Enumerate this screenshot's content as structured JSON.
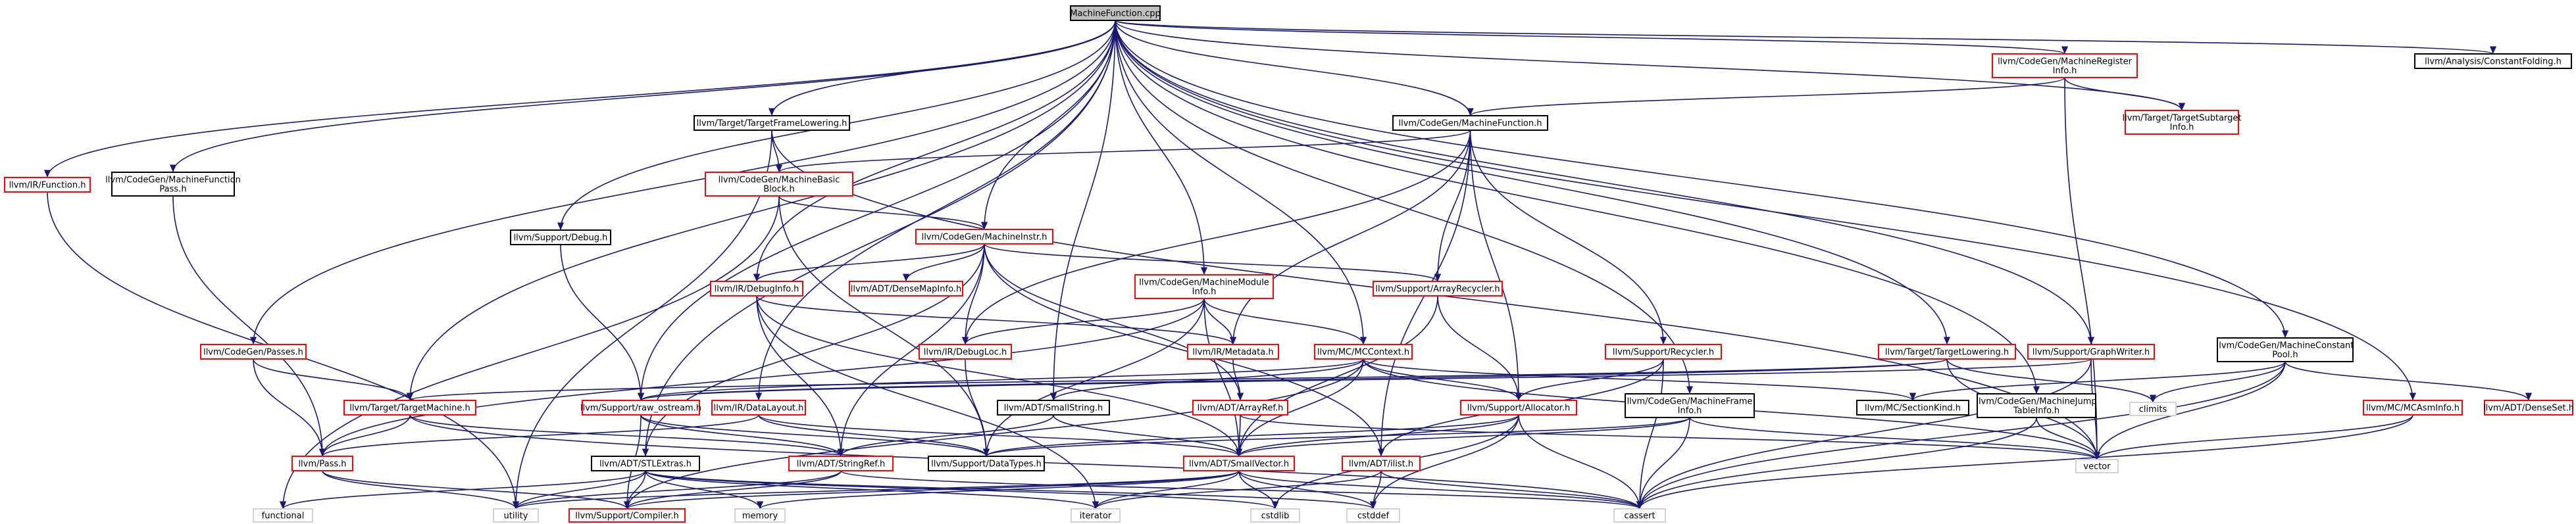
{
  "diagram": {
    "nodes": [
      {
        "id": "root",
        "label": [
          "MachineFunction.cpp"
        ],
        "style": "root"
      },
      {
        "id": "fn",
        "label": [
          "llvm/IR/Function.h"
        ],
        "style": "red"
      },
      {
        "id": "mfp",
        "label": [
          "llvm/CodeGen/MachineFunction",
          "Pass.h"
        ],
        "style": "black"
      },
      {
        "id": "passes",
        "label": [
          "llvm/CodeGen/Passes.h"
        ],
        "style": "red"
      },
      {
        "id": "debug",
        "label": [
          "llvm/Support/Debug.h"
        ],
        "style": "black"
      },
      {
        "id": "tfl",
        "label": [
          "llvm/Target/TargetFrameLowering.h"
        ],
        "style": "black"
      },
      {
        "id": "mbb",
        "label": [
          "llvm/CodeGen/MachineBasic",
          "Block.h"
        ],
        "style": "red"
      },
      {
        "id": "mf",
        "label": [
          "llvm/CodeGen/MachineFunction.h"
        ],
        "style": "black"
      },
      {
        "id": "mri",
        "label": [
          "llvm/CodeGen/MachineRegister",
          "Info.h"
        ],
        "style": "red"
      },
      {
        "id": "tsi",
        "label": [
          "llvm/Target/TargetSubtarget",
          "Info.h"
        ],
        "style": "red"
      },
      {
        "id": "cf",
        "label": [
          "llvm/Analysis/ConstantFolding.h"
        ],
        "style": "black"
      },
      {
        "id": "mi",
        "label": [
          "llvm/CodeGen/MachineInstr.h"
        ],
        "style": "red"
      },
      {
        "id": "dmi",
        "label": [
          "llvm/ADT/DenseMapInfo.h"
        ],
        "style": "red"
      },
      {
        "id": "mmi",
        "label": [
          "llvm/CodeGen/MachineModule",
          "Info.h"
        ],
        "style": "red"
      },
      {
        "id": "arec",
        "label": [
          "llvm/Support/ArrayRecycler.h"
        ],
        "style": "red"
      },
      {
        "id": "recycler",
        "label": [
          "llvm/Support/Recycler.h"
        ],
        "style": "red"
      },
      {
        "id": "tl",
        "label": [
          "llvm/Target/TargetLowering.h"
        ],
        "style": "red"
      },
      {
        "id": "gw",
        "label": [
          "llvm/Support/GraphWriter.h"
        ],
        "style": "red"
      },
      {
        "id": "mcp",
        "label": [
          "llvm/CodeGen/MachineConstant",
          "Pool.h"
        ],
        "style": "black"
      },
      {
        "id": "dbginfo",
        "label": [
          "llvm/IR/DebugInfo.h"
        ],
        "style": "red"
      },
      {
        "id": "dbgloc",
        "label": [
          "llvm/IR/DebugLoc.h"
        ],
        "style": "red"
      },
      {
        "id": "metadata",
        "label": [
          "llvm/IR/Metadata.h"
        ],
        "style": "red"
      },
      {
        "id": "mcctx",
        "label": [
          "llvm/MC/MCContext.h"
        ],
        "style": "red"
      },
      {
        "id": "ss",
        "label": [
          "llvm/ADT/SmallString.h"
        ],
        "style": "black"
      },
      {
        "id": "aref",
        "label": [
          "llvm/ADT/ArrayRef.h"
        ],
        "style": "red"
      },
      {
        "id": "alloc",
        "label": [
          "llvm/Support/Allocator.h"
        ],
        "style": "red"
      },
      {
        "id": "mfi",
        "label": [
          "llvm/CodeGen/MachineFrame",
          "Info.h"
        ],
        "style": "black"
      },
      {
        "id": "mjti",
        "label": [
          "llvm/CodeGen/MachineJump",
          "TableInfo.h"
        ],
        "style": "black"
      },
      {
        "id": "mcsk",
        "label": [
          "llvm/MC/SectionKind.h"
        ],
        "style": "black"
      },
      {
        "id": "climits",
        "label": [
          "climits"
        ],
        "style": "gray"
      },
      {
        "id": "mcai",
        "label": [
          "llvm/MC/MCAsmInfo.h"
        ],
        "style": "red"
      },
      {
        "id": "denseset",
        "label": [
          "llvm/ADT/DenseSet.h"
        ],
        "style": "red"
      },
      {
        "id": "tm",
        "label": [
          "llvm/Target/TargetMachine.h"
        ],
        "style": "red"
      },
      {
        "id": "rawos",
        "label": [
          "llvm/Support/raw_ostream.h"
        ],
        "style": "red"
      },
      {
        "id": "dl",
        "label": [
          "llvm/IR/DataLayout.h"
        ],
        "style": "red"
      },
      {
        "id": "pass",
        "label": [
          "llvm/Pass.h"
        ],
        "style": "red"
      },
      {
        "id": "stlx",
        "label": [
          "llvm/ADT/STLExtras.h"
        ],
        "style": "black"
      },
      {
        "id": "sref",
        "label": [
          "llvm/ADT/StringRef.h"
        ],
        "style": "red"
      },
      {
        "id": "dtypes",
        "label": [
          "llvm/Support/DataTypes.h"
        ],
        "style": "black"
      },
      {
        "id": "sv",
        "label": [
          "llvm/ADT/SmallVector.h"
        ],
        "style": "red"
      },
      {
        "id": "ilist",
        "label": [
          "llvm/ADT/ilist.h"
        ],
        "style": "red"
      },
      {
        "id": "vector",
        "label": [
          "vector"
        ],
        "style": "gray"
      },
      {
        "id": "functional",
        "label": [
          "functional"
        ],
        "style": "gray"
      },
      {
        "id": "utility",
        "label": [
          "utility"
        ],
        "style": "gray"
      },
      {
        "id": "compiler",
        "label": [
          "llvm/Support/Compiler.h"
        ],
        "style": "red"
      },
      {
        "id": "memory",
        "label": [
          "memory"
        ],
        "style": "gray"
      },
      {
        "id": "iterator",
        "label": [
          "iterator"
        ],
        "style": "gray"
      },
      {
        "id": "cstdlib",
        "label": [
          "cstdlib"
        ],
        "style": "gray"
      },
      {
        "id": "cstddef",
        "label": [
          "cstddef"
        ],
        "style": "gray"
      },
      {
        "id": "cassert",
        "label": [
          "cassert"
        ],
        "style": "gray"
      }
    ],
    "edges": [
      [
        "root",
        "fn"
      ],
      [
        "root",
        "mfp"
      ],
      [
        "root",
        "passes"
      ],
      [
        "root",
        "debug"
      ],
      [
        "root",
        "tfl"
      ],
      [
        "root",
        "mf"
      ],
      [
        "root",
        "mri"
      ],
      [
        "root",
        "tsi"
      ],
      [
        "root",
        "cf"
      ],
      [
        "root",
        "mi"
      ],
      [
        "root",
        "mmi"
      ],
      [
        "root",
        "dbginfo"
      ],
      [
        "root",
        "mcctx"
      ],
      [
        "root",
        "ss"
      ],
      [
        "root",
        "dl"
      ],
      [
        "root",
        "tm"
      ],
      [
        "root",
        "rawos"
      ],
      [
        "root",
        "tl"
      ],
      [
        "root",
        "gw"
      ],
      [
        "root",
        "mcp"
      ],
      [
        "root",
        "mfi"
      ],
      [
        "root",
        "mjti"
      ],
      [
        "root",
        "mcai"
      ],
      [
        "root",
        "stlx"
      ],
      [
        "fn",
        "utility"
      ],
      [
        "mfp",
        "pass"
      ],
      [
        "passes",
        "pass"
      ],
      [
        "passes",
        "tm"
      ],
      [
        "debug",
        "rawos"
      ],
      [
        "tfl",
        "mbb"
      ],
      [
        "tfl",
        "utility"
      ],
      [
        "tfl",
        "vector"
      ],
      [
        "mf",
        "mbb"
      ],
      [
        "mf",
        "dbgloc"
      ],
      [
        "mf",
        "metadata"
      ],
      [
        "mf",
        "arec"
      ],
      [
        "mf",
        "recycler"
      ],
      [
        "mf",
        "alloc"
      ],
      [
        "mf",
        "ilist"
      ],
      [
        "mri",
        "mf"
      ],
      [
        "mri",
        "tsi"
      ],
      [
        "mri",
        "vector"
      ],
      [
        "mbb",
        "mi"
      ],
      [
        "mbb",
        "functional"
      ],
      [
        "mbb",
        "dtypes"
      ],
      [
        "mi",
        "dmi"
      ],
      [
        "mi",
        "dbginfo"
      ],
      [
        "mi",
        "dbgloc"
      ],
      [
        "mi",
        "arec"
      ],
      [
        "mi",
        "aref"
      ],
      [
        "mi",
        "sref"
      ],
      [
        "mi",
        "ilist"
      ],
      [
        "mi",
        "stlx"
      ],
      [
        "mmi",
        "dbgloc"
      ],
      [
        "mmi",
        "metadata"
      ],
      [
        "mmi",
        "mcctx"
      ],
      [
        "mmi",
        "sv"
      ],
      [
        "mmi",
        "pass"
      ],
      [
        "mmi",
        "dtypes"
      ],
      [
        "arec",
        "alloc"
      ],
      [
        "arec",
        "sv"
      ],
      [
        "recycler",
        "alloc"
      ],
      [
        "recycler",
        "ilist"
      ],
      [
        "recycler",
        "cassert"
      ],
      [
        "tl",
        "tm"
      ],
      [
        "tl",
        "rawos"
      ],
      [
        "tl",
        "vector"
      ],
      [
        "tl",
        "climits"
      ],
      [
        "gw",
        "rawos"
      ],
      [
        "gw",
        "vector"
      ],
      [
        "gw",
        "cassert"
      ],
      [
        "mcp",
        "mcsk"
      ],
      [
        "mcp",
        "denseset"
      ],
      [
        "mcp",
        "climits"
      ],
      [
        "mcp",
        "vector"
      ],
      [
        "mcp",
        "cassert"
      ],
      [
        "dbginfo",
        "metadata"
      ],
      [
        "dbginfo",
        "sv"
      ],
      [
        "dbginfo",
        "sref"
      ],
      [
        "dbginfo",
        "iterator"
      ],
      [
        "dbgloc",
        "dtypes"
      ],
      [
        "metadata",
        "aref"
      ],
      [
        "mcctx",
        "mcsk"
      ],
      [
        "mcctx",
        "ss"
      ],
      [
        "mcctx",
        "alloc"
      ],
      [
        "mcctx",
        "rawos"
      ],
      [
        "mcctx",
        "vector"
      ],
      [
        "mcctx",
        "compiler"
      ],
      [
        "mcctx",
        "sv"
      ],
      [
        "ss",
        "sv"
      ],
      [
        "ss",
        "sref"
      ],
      [
        "aref",
        "sv"
      ],
      [
        "aref",
        "vector"
      ],
      [
        "alloc",
        "sv"
      ],
      [
        "alloc",
        "dtypes"
      ],
      [
        "alloc",
        "cassert"
      ],
      [
        "alloc",
        "cstddef"
      ],
      [
        "alloc",
        "cstdlib"
      ],
      [
        "mfi",
        "sv"
      ],
      [
        "mfi",
        "dtypes"
      ],
      [
        "mfi",
        "cassert"
      ],
      [
        "mfi",
        "vector"
      ],
      [
        "mjti",
        "vector"
      ],
      [
        "mjti",
        "cassert"
      ],
      [
        "mcai",
        "vector"
      ],
      [
        "mcai",
        "cassert"
      ],
      [
        "tm",
        "pass"
      ],
      [
        "tm",
        "sref"
      ],
      [
        "tm",
        "cassert"
      ],
      [
        "rawos",
        "sref"
      ],
      [
        "rawos",
        "compiler"
      ],
      [
        "rawos",
        "dtypes"
      ],
      [
        "dl",
        "pass"
      ],
      [
        "dl",
        "dtypes"
      ],
      [
        "dl",
        "sv"
      ],
      [
        "pass",
        "compiler"
      ],
      [
        "pass",
        "utility"
      ],
      [
        "stlx",
        "compiler"
      ],
      [
        "stlx",
        "utility"
      ],
      [
        "stlx",
        "functional"
      ],
      [
        "stlx",
        "memory"
      ],
      [
        "stlx",
        "iterator"
      ],
      [
        "stlx",
        "cstddef"
      ],
      [
        "stlx",
        "cstdlib"
      ],
      [
        "sref",
        "compiler"
      ],
      [
        "sref",
        "utility"
      ],
      [
        "sref",
        "cassert"
      ],
      [
        "sv",
        "compiler"
      ],
      [
        "sv",
        "memory"
      ],
      [
        "sv",
        "iterator"
      ],
      [
        "sv",
        "cstddef"
      ],
      [
        "sv",
        "cstdlib"
      ],
      [
        "sv",
        "cassert"
      ],
      [
        "sv",
        "utility"
      ],
      [
        "ilist",
        "iterator"
      ],
      [
        "ilist",
        "cstddef"
      ],
      [
        "ilist",
        "cassert"
      ]
    ]
  }
}
